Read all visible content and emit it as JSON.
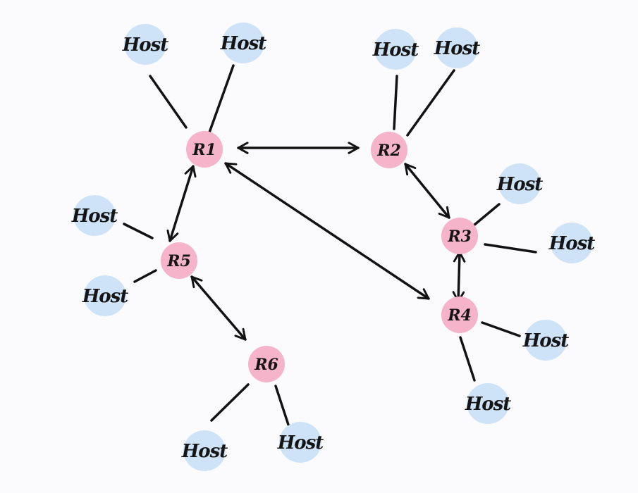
{
  "colors": {
    "router": "#f5b4c9",
    "host": "#cfe3f8",
    "ink": "#121212"
  },
  "routers": [
    {
      "id": "r1",
      "label": "R1"
    },
    {
      "id": "r2",
      "label": "R2"
    },
    {
      "id": "r3",
      "label": "R3"
    },
    {
      "id": "r4",
      "label": "R4"
    },
    {
      "id": "r5",
      "label": "R5"
    },
    {
      "id": "r6",
      "label": "R6"
    }
  ],
  "hosts": [
    {
      "id": "h-r1-a",
      "label": "Host",
      "router": "r1"
    },
    {
      "id": "h-r1-b",
      "label": "Host",
      "router": "r1"
    },
    {
      "id": "h-r2-a",
      "label": "Host",
      "router": "r2"
    },
    {
      "id": "h-r2-b",
      "label": "Host",
      "router": "r2"
    },
    {
      "id": "h-r3-a",
      "label": "Host",
      "router": "r3"
    },
    {
      "id": "h-r3-b",
      "label": "Host",
      "router": "r3"
    },
    {
      "id": "h-r4-a",
      "label": "Host",
      "router": "r4"
    },
    {
      "id": "h-r4-b",
      "label": "Host",
      "router": "r4"
    },
    {
      "id": "h-r5-a",
      "label": "Host",
      "router": "r5"
    },
    {
      "id": "h-r5-b",
      "label": "Host",
      "router": "r5"
    },
    {
      "id": "h-r6-a",
      "label": "Host",
      "router": "r6"
    },
    {
      "id": "h-r6-b",
      "label": "Host",
      "router": "r6"
    }
  ],
  "router_links": [
    {
      "from": "r1",
      "to": "r2",
      "bidirectional": true
    },
    {
      "from": "r1",
      "to": "r4",
      "bidirectional": true
    },
    {
      "from": "r1",
      "to": "r5",
      "bidirectional": true
    },
    {
      "from": "r2",
      "to": "r3",
      "bidirectional": true
    },
    {
      "from": "r3",
      "to": "r4",
      "bidirectional": true
    },
    {
      "from": "r5",
      "to": "r6",
      "bidirectional": true
    }
  ]
}
